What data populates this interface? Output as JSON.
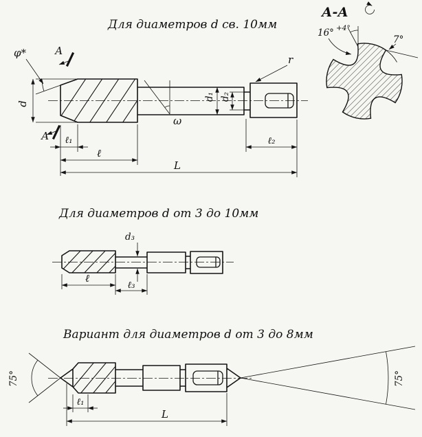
{
  "drawing1": {
    "title": "Для диаметров d св. 10мм",
    "labels": {
      "phi": "φ*",
      "section_top": "А",
      "section_bottom": "А",
      "d": "d",
      "d1": "d₁",
      "d2": "d₂",
      "r": "r",
      "omega": "ω",
      "l1": "ℓ₁",
      "l": "ℓ",
      "l2": "ℓ₂",
      "L": "L"
    }
  },
  "section_view": {
    "title": "А-А",
    "rake_angle": "16°",
    "rake_tol": "+4°",
    "relief_angle": "7°"
  },
  "drawing2": {
    "title": "Для диаметров d от 3 до 10мм",
    "labels": {
      "d3": "d₃",
      "l": "ℓ",
      "l3": "ℓ₃"
    }
  },
  "drawing3": {
    "title": "Вариант для диаметров d от 3 до 8мм",
    "labels": {
      "angle_left": "75°",
      "angle_right": "75°",
      "l1": "ℓ₁",
      "L": "L"
    }
  }
}
